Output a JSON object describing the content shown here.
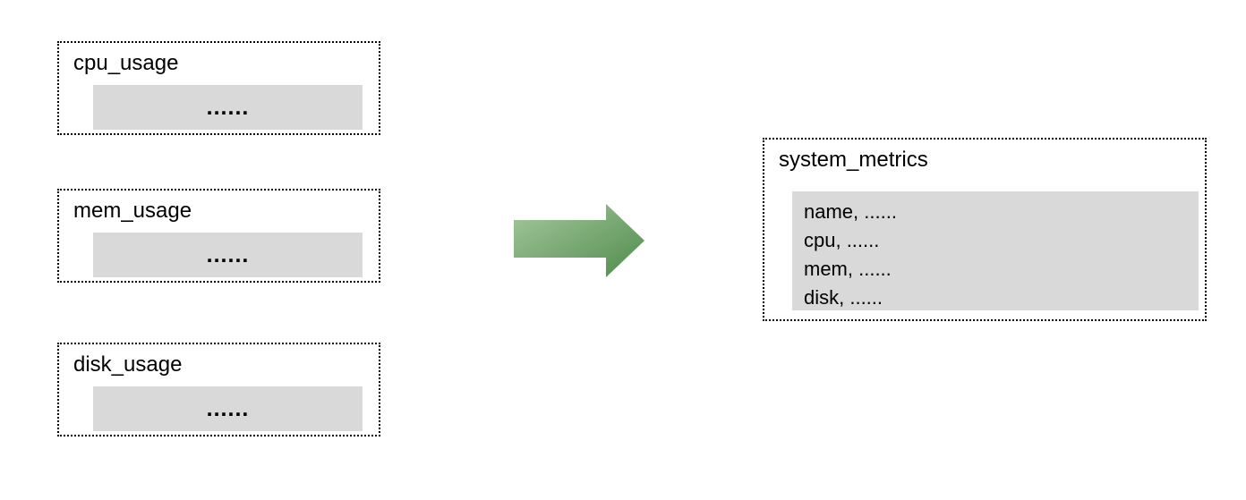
{
  "diagram": {
    "sources": [
      {
        "title": "cpu_usage",
        "placeholder": "......"
      },
      {
        "title": "mem_usage",
        "placeholder": "......"
      },
      {
        "title": "disk_usage",
        "placeholder": "......"
      }
    ],
    "arrow": {
      "direction": "right",
      "gradient_from": "#a6c89e",
      "gradient_to": "#4f8b4b"
    },
    "target": {
      "title": "system_metrics",
      "rows": [
        "name, ......",
        "cpu, ......",
        "mem, ......",
        "disk, ......"
      ]
    }
  },
  "colors": {
    "background": "#ffffff",
    "border": "#000000",
    "panel_fill": "#d9d9d9",
    "text": "#000000",
    "arrow_gradient_from": "#a6c89e",
    "arrow_gradient_to": "#4f8b4b"
  }
}
